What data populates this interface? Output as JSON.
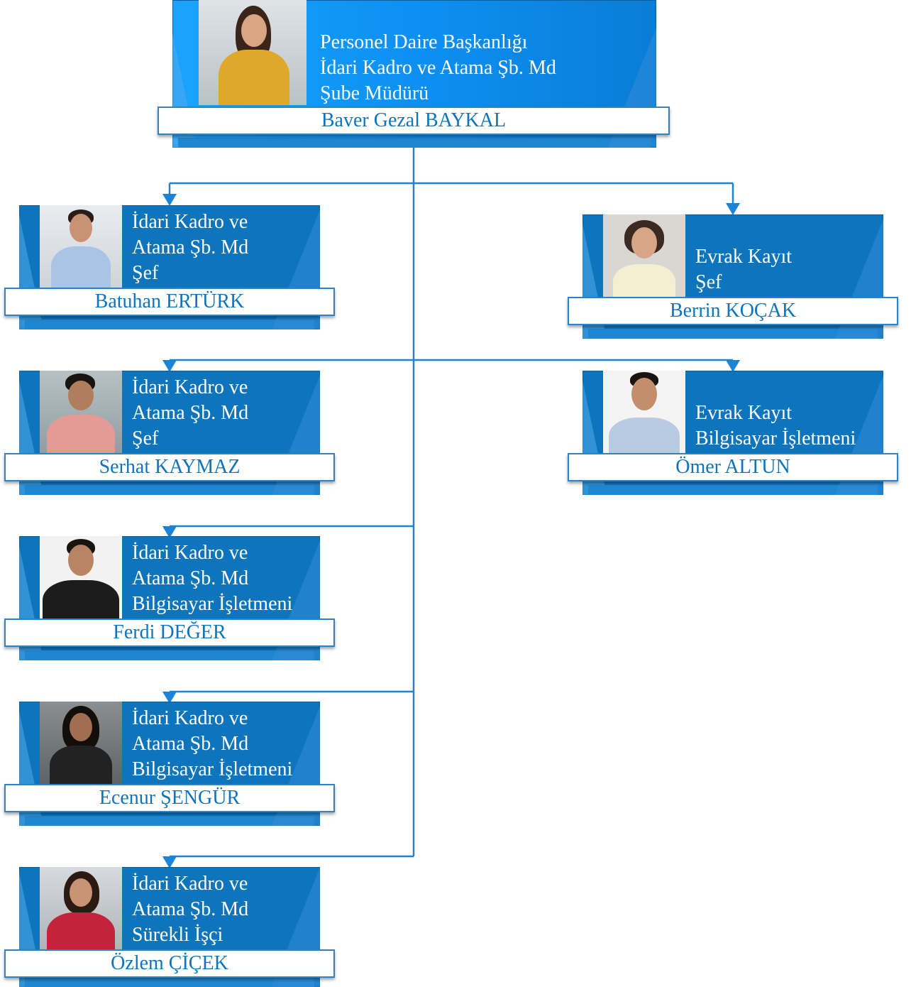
{
  "colors": {
    "card_fill": "#0e75bd",
    "card_fill_top": "#1aa3ff",
    "connector": "#1c84d6",
    "name_text": "#0e75bd",
    "title_text": "#ffffff"
  },
  "root": {
    "lines": [
      "Personel Daire Başkanlığı",
      "İdari Kadro ve Atama Şb. Md",
      "Şube  Müdürü"
    ],
    "name": "Baver Gezal BAYKAL",
    "photo": "woman-yellow-jacket-photo"
  },
  "left": [
    {
      "lines": [
        "İdari Kadro ve",
        "Atama Şb. Md",
        "Şef"
      ],
      "name": "Batuhan ERTÜRK",
      "photo": "man-blue-shirt-tie-photo"
    },
    {
      "lines": [
        "İdari Kadro ve",
        "Atama Şb. Md",
        "Şef"
      ],
      "name": "Serhat KAYMAZ",
      "photo": "man-striped-shirt-photo"
    },
    {
      "lines": [
        "İdari Kadro ve",
        "Atama Şb. Md",
        "Bilgisayar İşletmeni"
      ],
      "name": "Ferdi DEĞER",
      "photo": "man-black-sweater-photo"
    },
    {
      "lines": [
        "İdari Kadro ve",
        "Atama Şb. Md",
        "Bilgisayar İşletmeni"
      ],
      "name": "Ecenur ŞENGÜR",
      "photo": "woman-dark-hair-photo"
    },
    {
      "lines": [
        "İdari Kadro ve",
        "Atama Şb. Md",
        "Sürekli İşçi"
      ],
      "name": "Özlem ÇİÇEK",
      "photo": "woman-red-top-photo"
    }
  ],
  "right": [
    {
      "lines": [
        "Evrak Kayıt",
        "Şef"
      ],
      "name": "Berrin KOÇAK",
      "photo": "woman-short-hair-photo"
    },
    {
      "lines": [
        "Evrak Kayıt",
        "Bilgisayar İşletmeni"
      ],
      "name": "Ömer ALTUN",
      "photo": "man-light-shirt-photo"
    }
  ]
}
